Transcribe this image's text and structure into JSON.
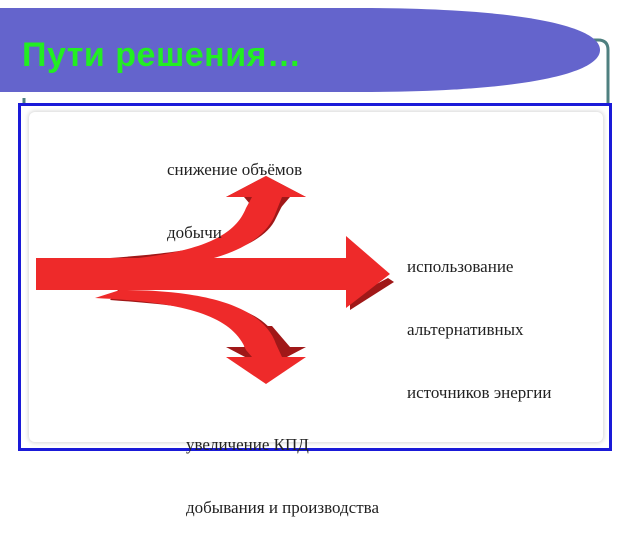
{
  "slide": {
    "title": "Пути решения…",
    "colors": {
      "title_band": "#6464cc",
      "title_text": "#22ee22",
      "frame": "#1a1ad8",
      "arrow_face": "#ee2a2a",
      "arrow_shade": "#a01818",
      "decor_line": "#4f8080"
    }
  },
  "diagram": {
    "top_label": {
      "line1": "снижение объёмов",
      "line2": "добычи"
    },
    "right_label": {
      "line1": "использование",
      "line2": "альтернативных",
      "line3": "источников энергии"
    },
    "bottom_label": {
      "line1": "увеличение КПД",
      "line2": "добывания и производства"
    },
    "icons": [
      "arrow-up-icon",
      "arrow-right-icon",
      "arrow-down-icon"
    ]
  }
}
